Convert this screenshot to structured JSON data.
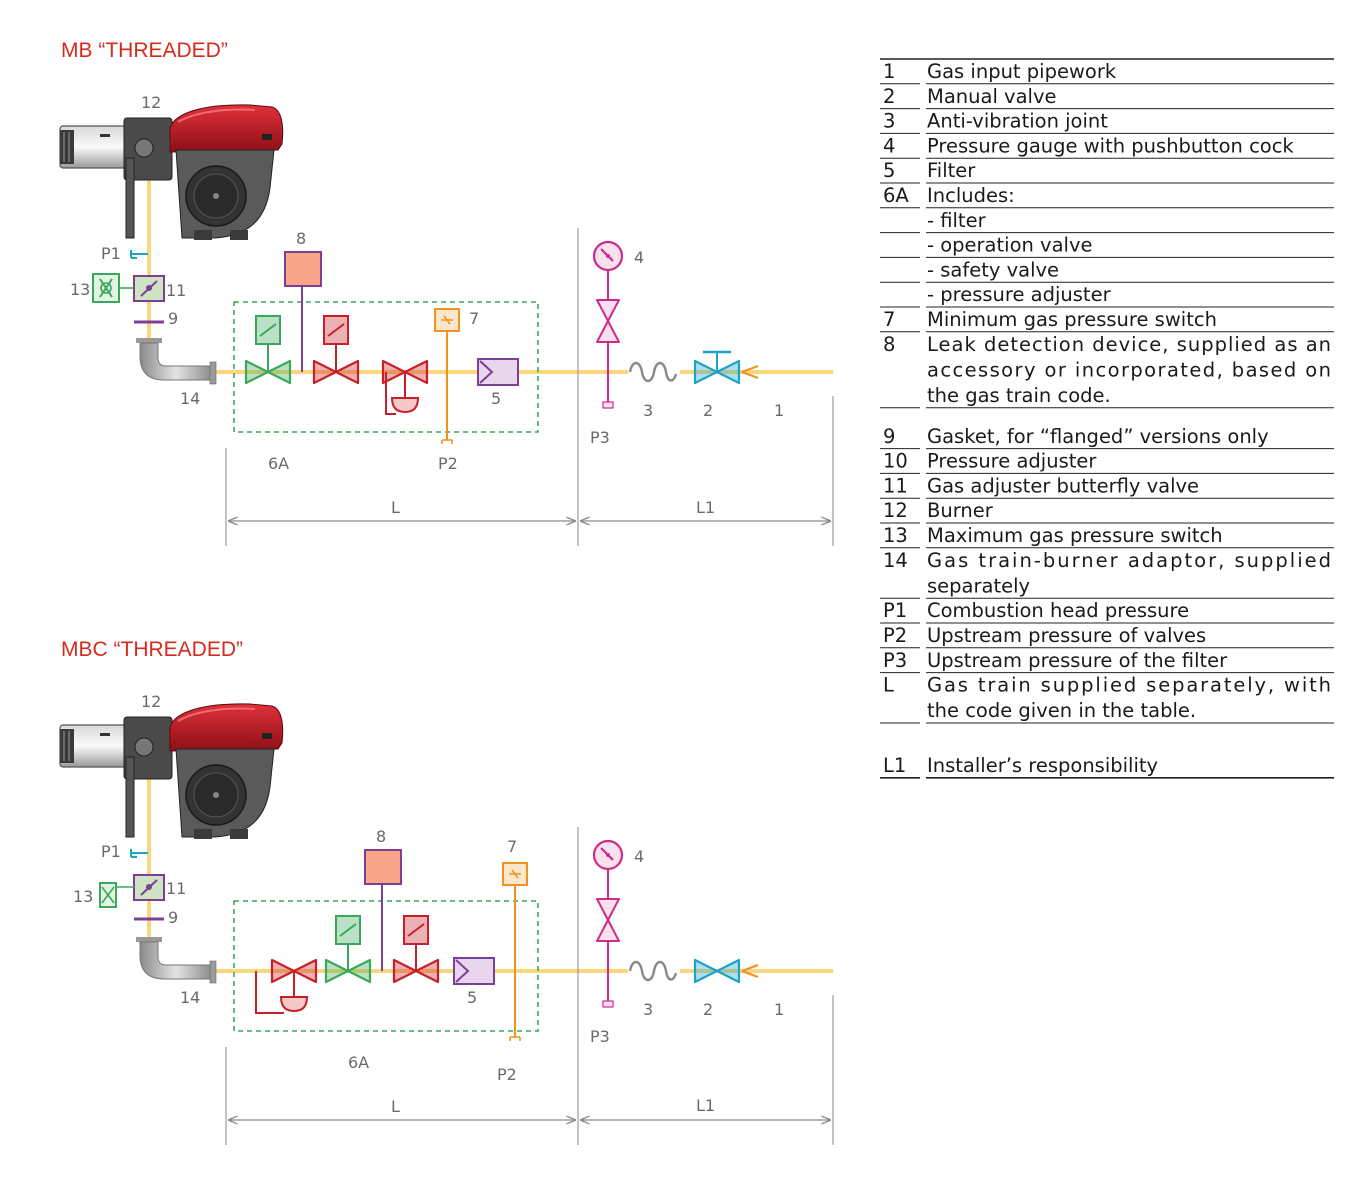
{
  "colors": {
    "pipe": "#f9d77d",
    "title": "#d52b1e",
    "green": "#3aa85a",
    "red": "#c8202a",
    "orange": "#f0921e",
    "purple": "#7b3f98",
    "magenta": "#cc2b8a",
    "cyan": "#1ca3c9",
    "grey": "#9a9a9a"
  },
  "diagram_top": {
    "title": "MB “THREADED”",
    "labels": {
      "n12": "12",
      "p1": "P1",
      "n13": "13",
      "n11": "11",
      "n9": "9",
      "n14": "14",
      "n8": "8",
      "n7": "7",
      "n5": "5",
      "n6a": "6A",
      "p2": "P2",
      "n4": "4",
      "n3": "3",
      "n2": "2",
      "n1": "1",
      "p3": "P3",
      "l": "L",
      "l1": "L1"
    }
  },
  "diagram_bottom": {
    "title": "MBC “THREADED”",
    "labels": {
      "n12": "12",
      "p1": "P1",
      "n13": "13",
      "n11": "11",
      "n9": "9",
      "n14": "14",
      "n8": "8",
      "n7": "7",
      "n5": "5",
      "n6a": "6A",
      "p2": "P2",
      "n4": "4",
      "n3": "3",
      "n2": "2",
      "n1": "1",
      "p3": "P3",
      "l": "L",
      "l1": "L1"
    }
  },
  "legend": [
    {
      "code": "1",
      "lines": [
        "Gas input pipework"
      ]
    },
    {
      "code": "2",
      "lines": [
        "Manual valve"
      ]
    },
    {
      "code": "3",
      "lines": [
        "Anti-vibration joint"
      ]
    },
    {
      "code": "4",
      "lines": [
        "Pressure gauge with pushbutton cock"
      ]
    },
    {
      "code": "5",
      "lines": [
        "Filter"
      ]
    },
    {
      "code": "6A",
      "lines": [
        "Includes:"
      ]
    },
    {
      "code": "",
      "lines": [
        "- filter"
      ]
    },
    {
      "code": "",
      "lines": [
        "- operation valve"
      ]
    },
    {
      "code": "",
      "lines": [
        "- safety valve"
      ]
    },
    {
      "code": "",
      "lines": [
        "- pressure adjuster"
      ]
    },
    {
      "code": "7",
      "lines": [
        "Minimum gas pressure switch"
      ]
    },
    {
      "code": "8",
      "lines": [
        "Leak detection device, supplied as an",
        "accessory or incorporated, based on",
        "the gas train code."
      ]
    },
    {
      "code": "9",
      "lines": [
        "Gasket, for “flanged” versions only"
      ]
    },
    {
      "code": "10",
      "lines": [
        "Pressure adjuster"
      ]
    },
    {
      "code": "11",
      "lines": [
        "Gas adjuster butterfly valve"
      ]
    },
    {
      "code": "12",
      "lines": [
        "Burner"
      ]
    },
    {
      "code": "13",
      "lines": [
        "Maximum gas pressure switch"
      ]
    },
    {
      "code": "14",
      "lines": [
        "Gas train-burner adaptor, supplied",
        "separately"
      ]
    },
    {
      "code": "P1",
      "lines": [
        "Combustion head pressure"
      ]
    },
    {
      "code": "P2",
      "lines": [
        "Upstream pressure of valves"
      ]
    },
    {
      "code": "P3",
      "lines": [
        "Upstream pressure of the filter"
      ]
    },
    {
      "code": "L",
      "lines": [
        "Gas train supplied separately, with",
        "the code given in the table."
      ]
    },
    {
      "code": "L1",
      "lines": [
        "Installer’s responsibility"
      ]
    }
  ]
}
